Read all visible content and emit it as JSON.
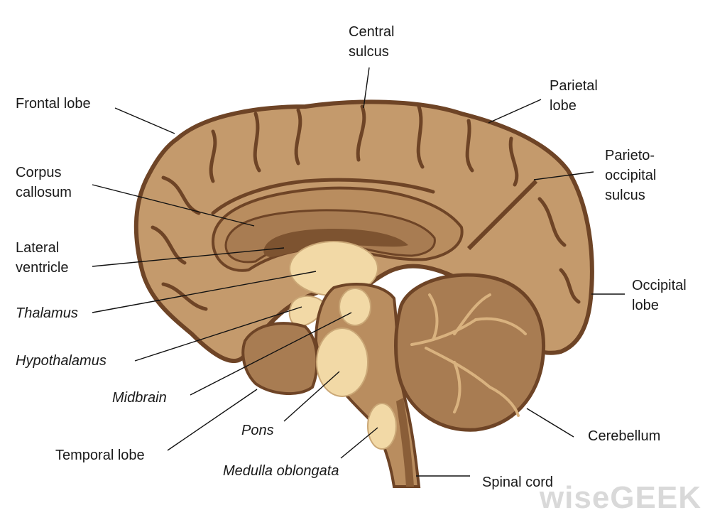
{
  "labels": {
    "central_sulcus": "Central\nsulcus",
    "frontal_lobe": "Frontal lobe",
    "parietal_lobe": "Parietal\nlobe",
    "corpus_callosum": "Corpus\ncallosum",
    "parieto_occipital_sulcus": "Parieto-\noccipital\nsulcus",
    "lateral_ventricle": "Lateral\nventricle",
    "occipital_lobe": "Occipital\nlobe",
    "thalamus": "Thalamus",
    "hypothalamus": "Hypothalamus",
    "midbrain": "Midbrain",
    "pons": "Pons",
    "cerebellum": "Cerebellum",
    "temporal_lobe": "Temporal lobe",
    "medulla_oblongata": "Medulla oblongata",
    "spinal_cord": "Spinal cord"
  },
  "watermark": "wiseGEEK",
  "colors": {
    "cortex": "#c49a6c",
    "cortex_outline": "#6e4426",
    "inner_surface": "#b98d5f",
    "deep_structures": "#f2d9a6",
    "cerebellum": "#a87c52",
    "ventricle": "#7d5330",
    "leader_lines": "#111111"
  }
}
